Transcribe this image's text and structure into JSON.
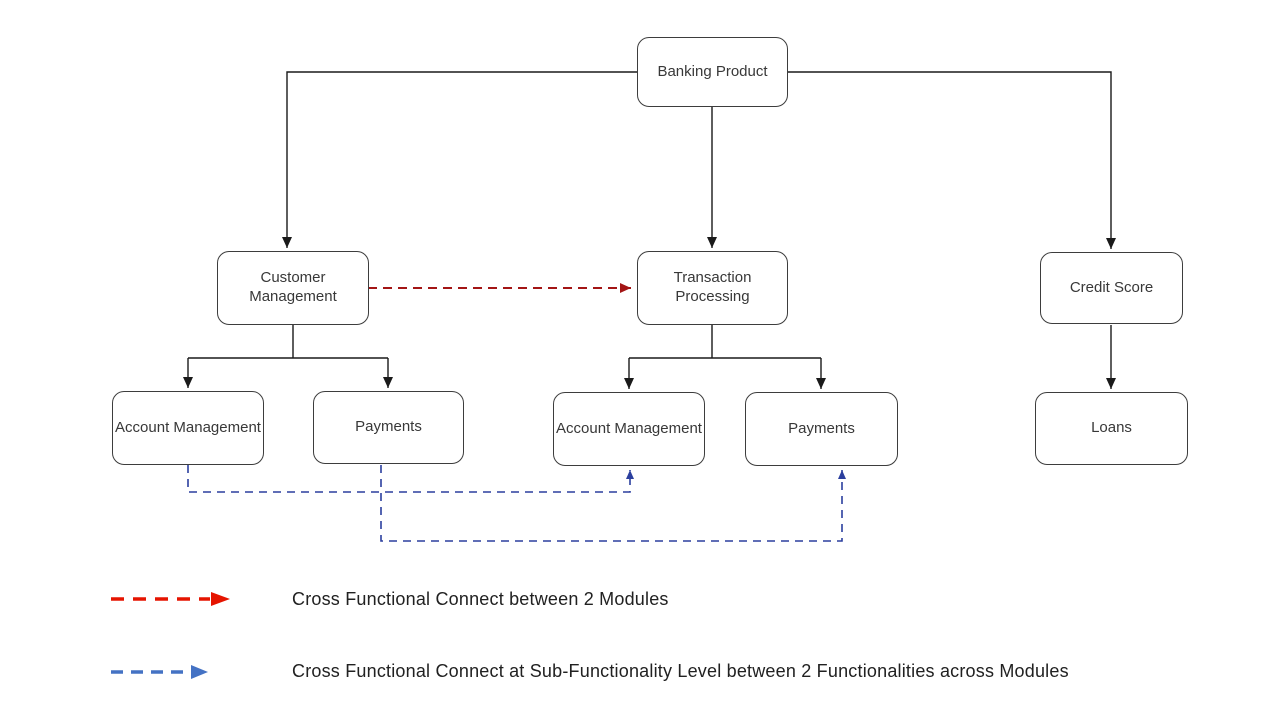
{
  "diagram": {
    "nodes": [
      {
        "id": "banking-product",
        "label": "Banking Product"
      },
      {
        "id": "customer-management",
        "label": "Customer Management"
      },
      {
        "id": "transaction-processing",
        "label": "Transaction Processing"
      },
      {
        "id": "credit-score",
        "label": "Credit Score"
      },
      {
        "id": "account-management-1",
        "label": "Account Management"
      },
      {
        "id": "payments-1",
        "label": "Payments"
      },
      {
        "id": "account-management-2",
        "label": "Account Management"
      },
      {
        "id": "payments-2",
        "label": "Payments"
      },
      {
        "id": "loans",
        "label": "Loans"
      }
    ],
    "edges": [
      {
        "from": "banking-product",
        "to": "customer-management",
        "style": "solid-black-arrow"
      },
      {
        "from": "banking-product",
        "to": "transaction-processing",
        "style": "solid-black-arrow"
      },
      {
        "from": "banking-product",
        "to": "credit-score",
        "style": "solid-black-arrow"
      },
      {
        "from": "customer-management",
        "to": "account-management-1",
        "style": "solid-black-arrow"
      },
      {
        "from": "customer-management",
        "to": "payments-1",
        "style": "solid-black-arrow"
      },
      {
        "from": "transaction-processing",
        "to": "account-management-2",
        "style": "solid-black-arrow"
      },
      {
        "from": "transaction-processing",
        "to": "payments-2",
        "style": "solid-black-arrow"
      },
      {
        "from": "credit-score",
        "to": "loans",
        "style": "solid-black-arrow"
      },
      {
        "from": "customer-management",
        "to": "transaction-processing",
        "style": "red-dashed-arrow"
      },
      {
        "from": "account-management-1",
        "to": "account-management-2",
        "style": "blue-dashed-arrow"
      },
      {
        "from": "payments-1",
        "to": "payments-2",
        "style": "blue-dashed-arrow"
      }
    ]
  },
  "legend": {
    "items": [
      {
        "key": "red-dashed-arrow",
        "label": "Cross Functional Connect between 2 Modules"
      },
      {
        "key": "blue-dashed-arrow",
        "label": "Cross Functional Connect at Sub-Functionality Level between 2 Functionalities across Modules"
      }
    ]
  },
  "colors": {
    "canvas-bg": "#ffffff",
    "node-fill": "#ffffff",
    "node-border": "#3d3d3d",
    "node-text": "#383838",
    "edge-black": "#1a1a1a",
    "edge-red": "#a31515",
    "edge-blue": "#2b3f9e",
    "legend-red": "#e51400",
    "legend-blue": "#4472c4",
    "legend-text": "#212121"
  }
}
